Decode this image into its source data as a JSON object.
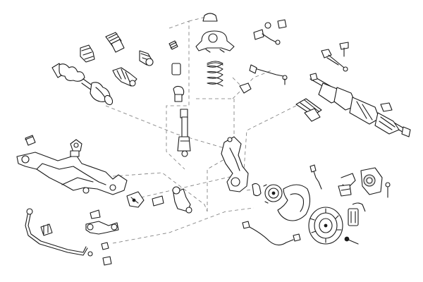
{
  "diagram": {
    "kind": "exploded-view",
    "colors": {
      "line": "#1a1a1a",
      "leader": "#777777",
      "background": "#ffffff",
      "shade": "#e6e6e6"
    },
    "parts": [
      "drive-shaft",
      "cv-boot",
      "cv-joint-bellows",
      "strut-mount",
      "coil-spring",
      "shock-absorber",
      "bump-stop",
      "tie-rod-end",
      "control-arm",
      "steering-rack",
      "subframe",
      "wheel-hub-carrier",
      "wheel-bearing-hub",
      "brake-disc",
      "brake-caliper",
      "abs-sensor",
      "stabilizer-bar",
      "stabilizer-link",
      "bushing",
      "ball-joint",
      "brake-hose"
    ]
  }
}
